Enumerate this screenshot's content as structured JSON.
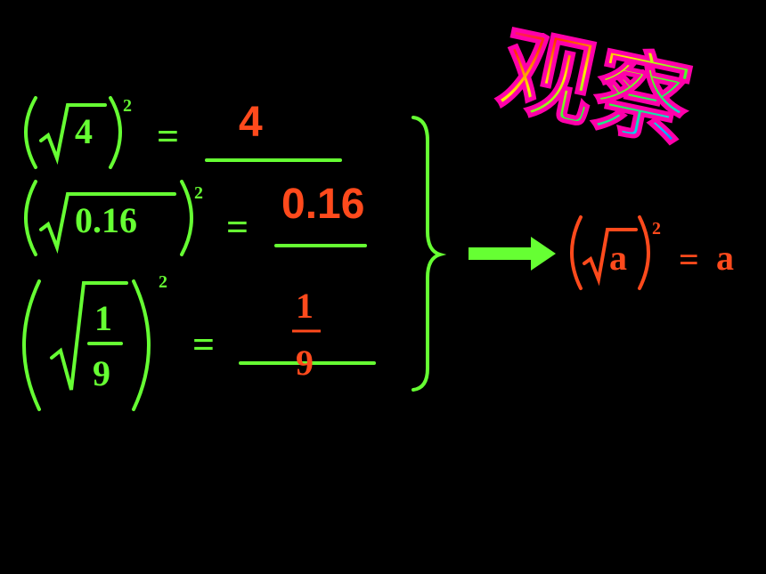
{
  "title": "观察",
  "rows": [
    {
      "radicand": "4",
      "exponent": "2",
      "equals": "=",
      "answer": "4"
    },
    {
      "radicand": "0.16",
      "exponent": "2",
      "equals": "=",
      "answer": "0.16"
    },
    {
      "numerator": "1",
      "denominator": "9",
      "exponent": "2",
      "equals": "=",
      "answer_numerator": "1",
      "answer_denominator": "9"
    }
  ],
  "conclusion": {
    "radicand": "a",
    "exponent": "2",
    "equals": "=",
    "result": "a"
  },
  "colors": {
    "background": "#000000",
    "green": "#66ff33",
    "orange": "#ff4a1c"
  }
}
